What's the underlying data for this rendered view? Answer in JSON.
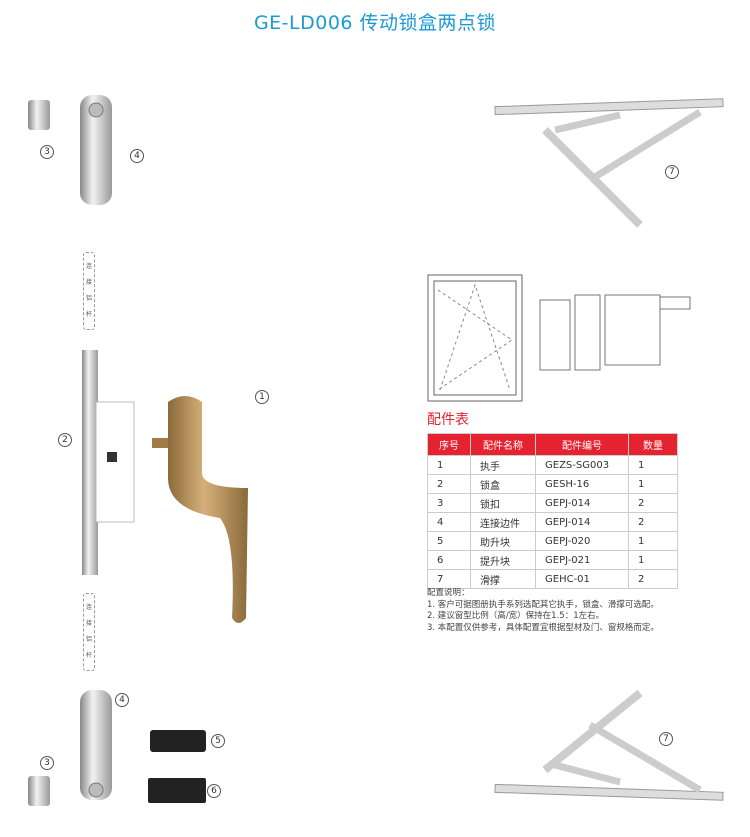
{
  "title": "GE-LD006  传动锁盒两点锁",
  "callouts": {
    "n1": "1",
    "n2": "2",
    "n3": "3",
    "n4": "4",
    "n5": "5",
    "n6": "6",
    "n7": "7"
  },
  "rod_label": "连接铝杆",
  "parts_table": {
    "title": "配件表",
    "headers": [
      "序号",
      "配件名称",
      "配件编号",
      "数量"
    ],
    "rows": [
      [
        "1",
        "执手",
        "GEZS-SG003",
        "1"
      ],
      [
        "2",
        "锁盒",
        "GESH-16",
        "1"
      ],
      [
        "3",
        "锁扣",
        "GEPJ-014",
        "2"
      ],
      [
        "4",
        "连接边件",
        "GEPJ-014",
        "2"
      ],
      [
        "5",
        "助升块",
        "GEPJ-020",
        "1"
      ],
      [
        "6",
        "提升块",
        "GEPJ-021",
        "1"
      ],
      [
        "7",
        "滑撑",
        "GEHC-01",
        "2"
      ]
    ]
  },
  "notes": {
    "heading": "配置说明：",
    "lines": [
      "1. 客户可据图册执手系列选配其它执手，锁盒、滑撑可选配。",
      "2. 建议窗型比例（高/宽）保持在1.5：1左右。",
      "3. 本配置仅供参考，具体配置宜根据型材及门、窗规格而定。"
    ]
  },
  "colors": {
    "title": "#1b9ad6",
    "accent": "#e52330",
    "handle": "#b58c52"
  }
}
